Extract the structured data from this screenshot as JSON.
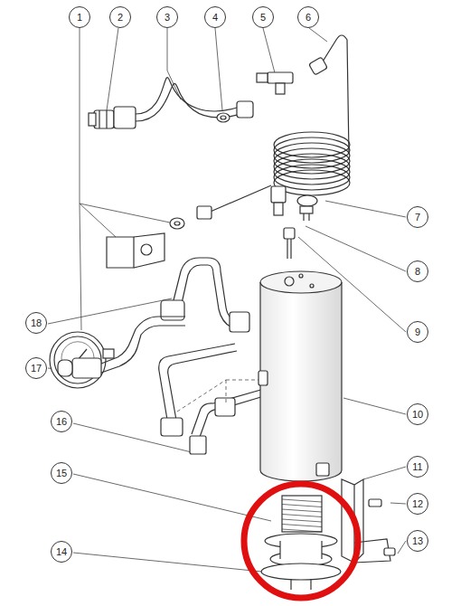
{
  "diagram": {
    "nodes": [
      {
        "text": [
          "1"
        ]
      },
      {
        "text": [
          "2"
        ]
      },
      {
        "text": [
          "3"
        ]
      },
      {
        "text": [
          "4"
        ]
      },
      {
        "text": [
          "5"
        ]
      },
      {
        "text": [
          "6"
        ]
      },
      {
        "text": [
          "7"
        ]
      },
      {
        "text": [
          "8"
        ]
      },
      {
        "text": [
          "9"
        ]
      },
      {
        "text": [
          "10"
        ]
      },
      {
        "text": [
          "11"
        ]
      },
      {
        "text": [
          "12"
        ]
      },
      {
        "text": [
          "13"
        ]
      },
      {
        "text": [
          "14"
        ]
      },
      {
        "text": [
          "15"
        ]
      },
      {
        "text": [
          "16"
        ]
      },
      {
        "text": [
          "17"
        ]
      },
      {
        "text": [
          "18"
        ]
      }
    ]
  }
}
